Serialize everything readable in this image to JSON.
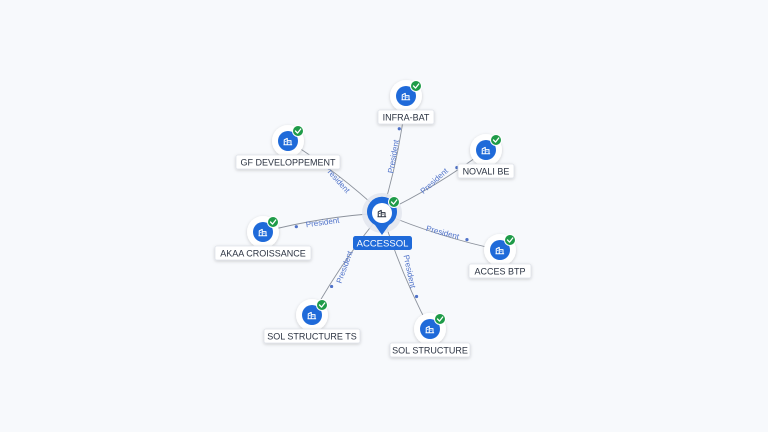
{
  "colors": {
    "accent": "#1f6ad9",
    "check": "#1e9b48",
    "edge": "#8c929c",
    "edge_label": "#4f72c9"
  },
  "center": {
    "label": "ACCESSOL",
    "icon": "building-icon",
    "verified": true
  },
  "nodes": [
    {
      "id": "infra-bat",
      "label": "INFRA-BAT",
      "edge_label": "President",
      "icon": "building-icon",
      "verified": true
    },
    {
      "id": "novali-be",
      "label": "NOVALI BE",
      "edge_label": "President",
      "icon": "building-icon",
      "verified": true
    },
    {
      "id": "acces-btp",
      "label": "ACCES BTP",
      "edge_label": "President",
      "icon": "building-icon",
      "verified": true
    },
    {
      "id": "sol-structure",
      "label": "SOL STRUCTURE",
      "edge_label": "President",
      "icon": "building-icon",
      "verified": true
    },
    {
      "id": "sol-structure-ts",
      "label": "SOL STRUCTURE TS",
      "edge_label": "President",
      "icon": "building-icon",
      "verified": true
    },
    {
      "id": "akaa-croissance",
      "label": "AKAA CROISSANCE",
      "edge_label": "President",
      "icon": "building-icon",
      "verified": true
    },
    {
      "id": "gf-developpement",
      "label": "GF DEVELOPPEMENT",
      "edge_label": "President",
      "icon": "building-icon",
      "verified": true
    }
  ]
}
